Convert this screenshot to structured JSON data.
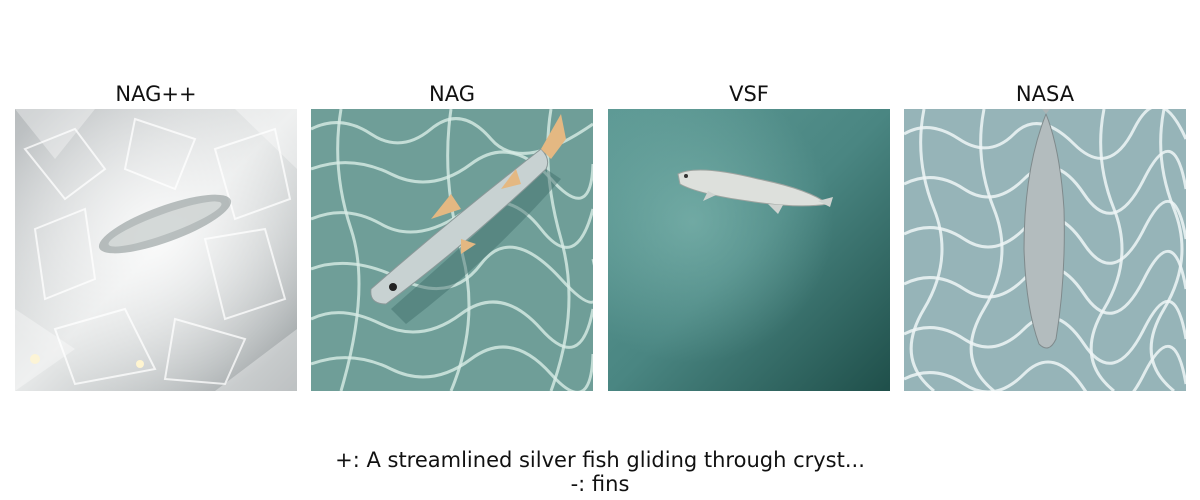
{
  "panels": [
    {
      "title": "NAG++",
      "image_subject": "crystal-fish"
    },
    {
      "title": "NAG",
      "image_subject": "fish-in-water"
    },
    {
      "title": "VSF",
      "image_subject": "silver-fish-teal"
    },
    {
      "title": "NASA",
      "image_subject": "fish-caustics"
    }
  ],
  "caption": {
    "positive": "+: A streamlined silver fish gliding through cryst...",
    "negative": "-: fins"
  },
  "colors": {
    "water_teal": "#4f8c88",
    "pale_water": "#aac4c6",
    "silver": "#d8dcdc"
  }
}
